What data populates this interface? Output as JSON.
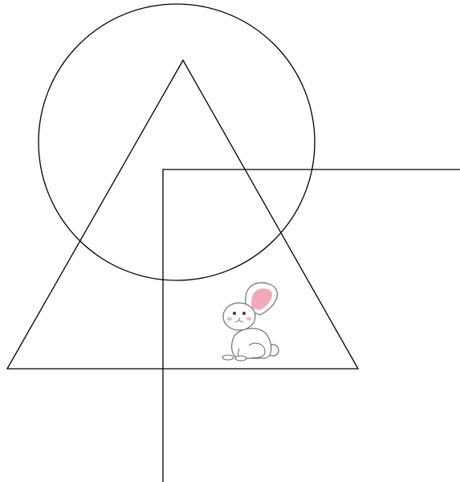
{
  "canvas": {
    "background": "#ffffff",
    "stroke_color": "#000000"
  },
  "shapes": [
    {
      "kind": "circle"
    },
    {
      "kind": "triangle"
    },
    {
      "kind": "square"
    }
  ],
  "figures": [
    {
      "kind": "illustration",
      "icon": "bunny-icon",
      "colors": {
        "fur": "#ffffff",
        "outline": "#6f6f78",
        "ear_inner": "#f2a9b4",
        "cheek": "#f7b8c2"
      }
    }
  ]
}
